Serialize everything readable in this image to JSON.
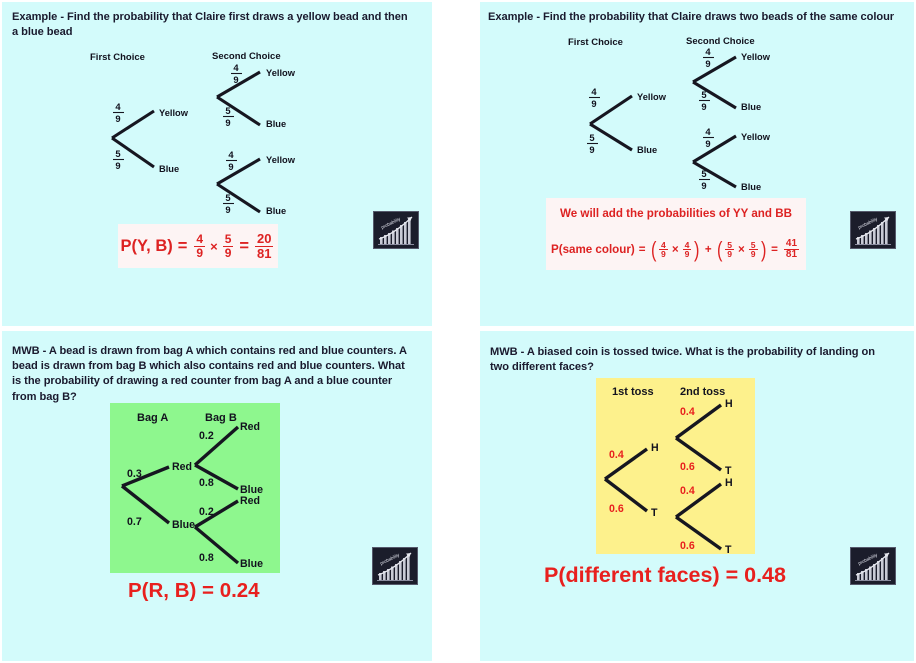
{
  "page": {
    "background": "#ffffff",
    "panel_background": "#d3fbfb",
    "accent_red": "#dd2222",
    "answer_red": "#e8201e",
    "green_box": "#8ef78e",
    "yellow_box": "#fdf18c"
  },
  "panels": {
    "top_left": {
      "question": "Example - Find the probability that Claire first draws a yellow bead and then a blue bead",
      "headers": {
        "first": "First Choice",
        "second": "Second Choice"
      },
      "tree": {
        "type": "two-stage-probability-tree",
        "stage1": [
          {
            "label": "Yellow",
            "prob_num": "4",
            "prob_den": "9"
          },
          {
            "label": "Blue",
            "prob_num": "5",
            "prob_den": "9"
          }
        ],
        "stage2_upper": [
          {
            "label": "Yellow",
            "prob_num": "4",
            "prob_den": "9"
          },
          {
            "label": "Blue",
            "prob_num": "5",
            "prob_den": "9"
          }
        ],
        "stage2_lower": [
          {
            "label": "Yellow",
            "prob_num": "4",
            "prob_den": "9"
          },
          {
            "label": "Blue",
            "prob_num": "5",
            "prob_den": "9"
          }
        ]
      },
      "formula": {
        "lhs": "P(Y, B)",
        "eq": "=",
        "f1_num": "4",
        "f1_den": "9",
        "times": "×",
        "f2_num": "5",
        "f2_den": "9",
        "eq2": "=",
        "result_num": "20",
        "result_den": "81"
      },
      "badge_label": "probability"
    },
    "top_right": {
      "question": "Example - Find the probability that Claire draws two beads of the same colour",
      "headers": {
        "first": "First Choice",
        "second": "Second Choice"
      },
      "tree": {
        "type": "two-stage-probability-tree",
        "stage1": [
          {
            "label": "Yellow",
            "prob_num": "4",
            "prob_den": "9"
          },
          {
            "label": "Blue",
            "prob_num": "5",
            "prob_den": "9"
          }
        ],
        "stage2_upper": [
          {
            "label": "Yellow",
            "prob_num": "4",
            "prob_den": "9"
          },
          {
            "label": "Blue",
            "prob_num": "5",
            "prob_den": "9"
          }
        ],
        "stage2_lower": [
          {
            "label": "Yellow",
            "prob_num": "4",
            "prob_den": "9"
          },
          {
            "label": "Blue",
            "prob_num": "5",
            "prob_den": "9"
          }
        ]
      },
      "note": "We will add the probabilities of YY and BB",
      "formula": {
        "lhs": "P(same colour)",
        "eq": "=",
        "open1": "(",
        "a_num": "4",
        "a_den": "9",
        "times1": "×",
        "b_num": "4",
        "b_den": "9",
        "close1": ")",
        "plus": "+",
        "open2": "(",
        "c_num": "5",
        "c_den": "9",
        "times2": "×",
        "d_num": "5",
        "d_den": "9",
        "close2": ")",
        "eq2": "=",
        "result_num": "41",
        "result_den": "81"
      },
      "badge_label": "probability"
    },
    "bottom_left": {
      "question": "MWB  - A bead is drawn from bag A which contains red and blue counters. A bead is drawn from bag B which also contains red and blue counters. What is the probability of drawing a red counter from bag A and a blue counter from bag B?",
      "headers": {
        "first": "Bag A",
        "second": "Bag B"
      },
      "tree": {
        "type": "two-stage-probability-tree",
        "stage1": [
          {
            "label": "Red",
            "prob": "0.3"
          },
          {
            "label": "Blue",
            "prob": "0.7"
          }
        ],
        "stage2_upper": [
          {
            "label": "Red",
            "prob": "0.2"
          },
          {
            "label": "Blue",
            "prob": "0.8"
          }
        ],
        "stage2_lower": [
          {
            "label": "Red",
            "prob": "0.2"
          },
          {
            "label": "Blue",
            "prob": "0.8"
          }
        ]
      },
      "answer": "P(R, B) = 0.24",
      "badge_label": "probability"
    },
    "bottom_right": {
      "question": "MWB - A biased coin is tossed twice. What is the probability of landing on two different faces?",
      "headers": {
        "first": "1st toss",
        "second": "2nd toss"
      },
      "tree": {
        "type": "two-stage-probability-tree",
        "stage1": [
          {
            "label": "H",
            "prob": "0.4"
          },
          {
            "label": "T",
            "prob": "0.6"
          }
        ],
        "stage2_upper": [
          {
            "label": "H",
            "prob": "0.4"
          },
          {
            "label": "T",
            "prob": "0.6"
          }
        ],
        "stage2_lower": [
          {
            "label": "H",
            "prob": "0.4"
          },
          {
            "label": "T",
            "prob": "0.6"
          }
        ]
      },
      "answer": "P(different faces) = 0.48",
      "badge_label": "probability"
    }
  }
}
